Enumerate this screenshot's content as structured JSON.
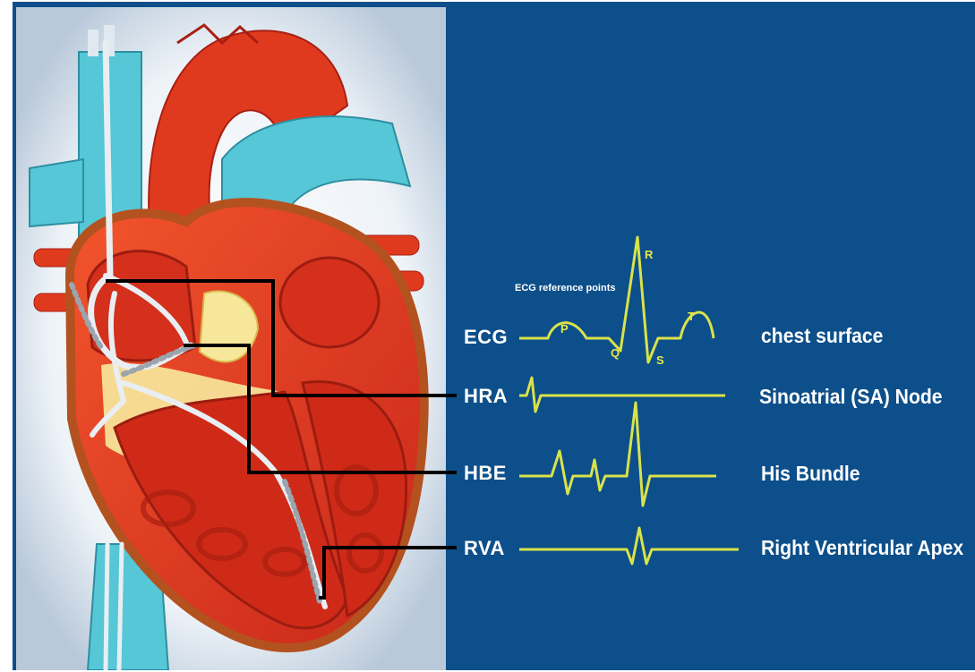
{
  "figure": {
    "ecg_reference_label": "ECG reference points",
    "wave_points": {
      "p": "P",
      "q": "Q",
      "r": "R",
      "s": "S",
      "t": "T"
    },
    "leads": [
      {
        "abbr": "ECG",
        "location": "chest surface"
      },
      {
        "abbr": "HRA",
        "location": "Sinoatrial (SA) Node"
      },
      {
        "abbr": "HBE",
        "location": "His Bundle"
      },
      {
        "abbr": "RVA",
        "location": "Right Ventricular Apex"
      }
    ]
  },
  "colors": {
    "background": "#0d4f8a",
    "trace": "#d9e24a",
    "heart_muscle": "#e4361f",
    "vessels_blue": "#55c7d6"
  }
}
